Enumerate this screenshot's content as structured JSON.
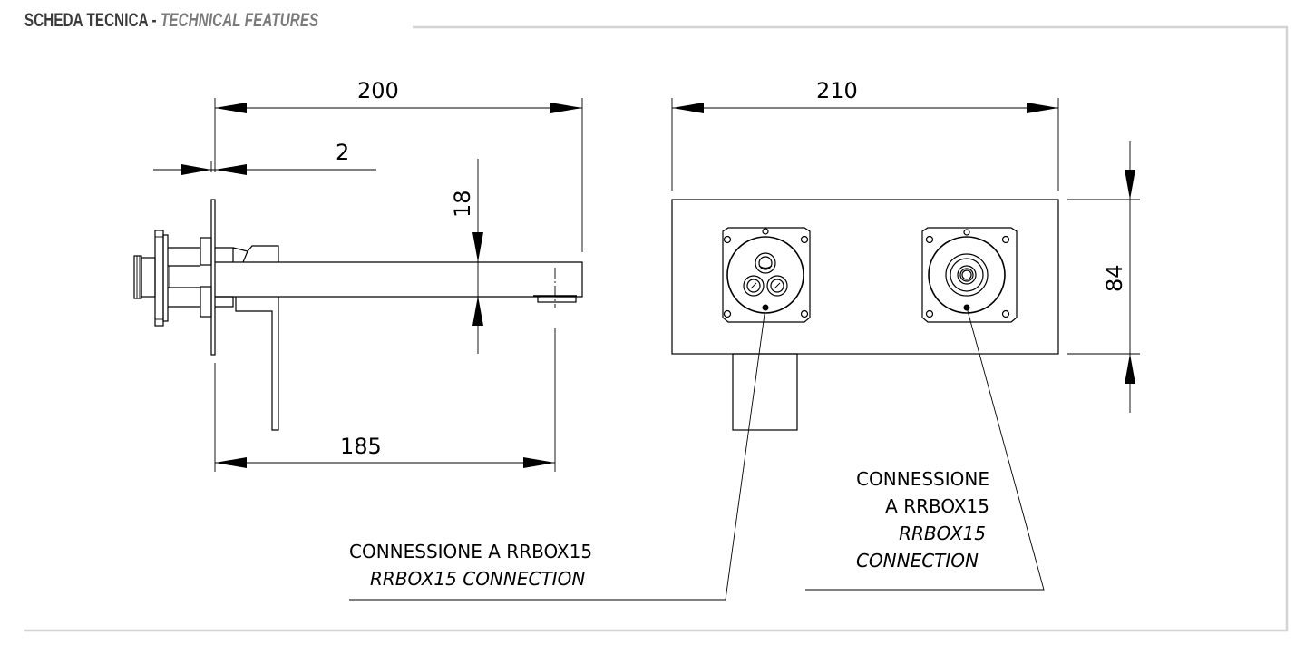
{
  "header": {
    "title_it": "SCHEDA TECNICA",
    "separator": "-",
    "title_en": "TECHNICAL FEATURES"
  },
  "side_view": {
    "dimensions": {
      "overall_length": "200",
      "plate_thickness": "2",
      "spout_height": "18",
      "spout_projection": "185"
    }
  },
  "front_view": {
    "dimensions": {
      "box_width": "210",
      "box_height": "84"
    },
    "connections": [
      {
        "id": "mixer",
        "label_it": "CONNESSIONE A RRBOX15",
        "label_en": "RRBOX15  CONNECTION"
      },
      {
        "id": "outlet",
        "label_it_line1": "CONNESSIONE",
        "label_it_line2": "A RRBOX15",
        "label_en_line1": "RRBOX15",
        "label_en_line2": "CONNECTION"
      }
    ]
  },
  "colors": {
    "header_main": "#3a3a3a",
    "header_sub": "#7a7a7a",
    "frame": "#d4d4d4",
    "line": "#000000"
  }
}
